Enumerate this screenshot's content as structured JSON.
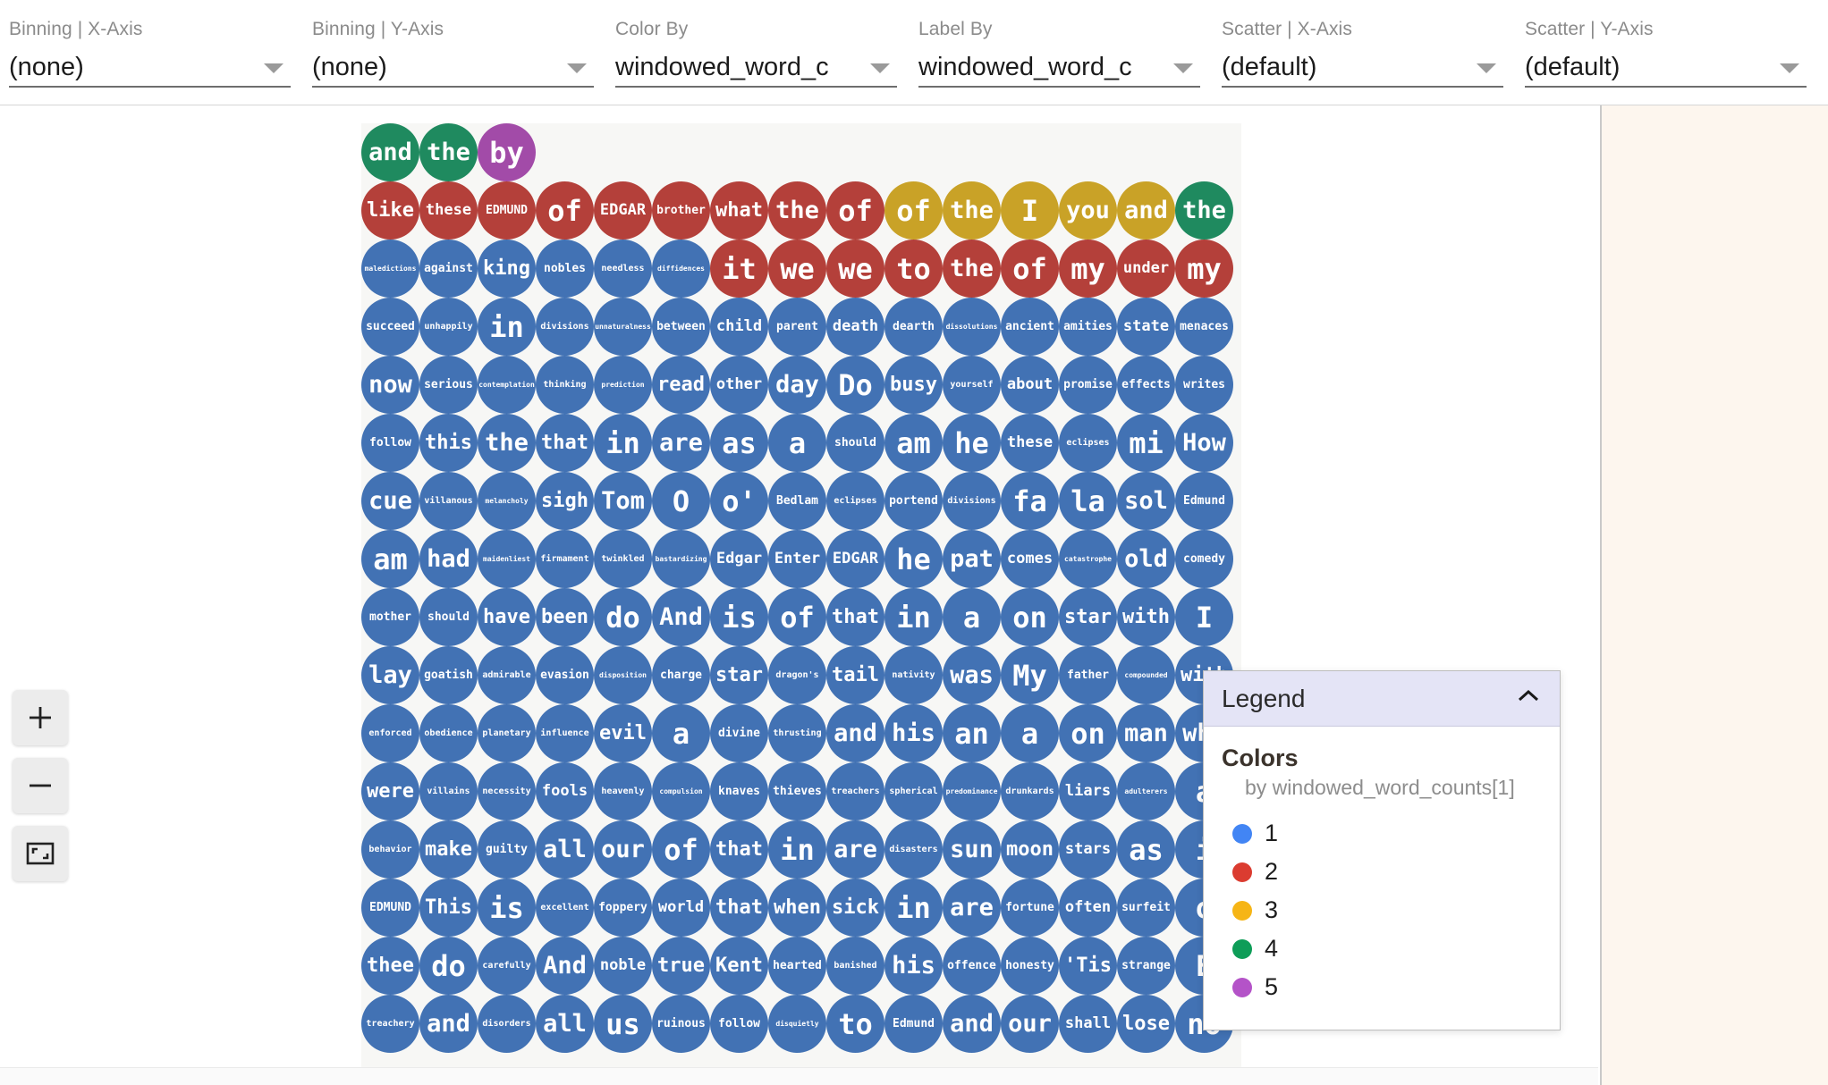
{
  "toolbar": {
    "fields": [
      {
        "label": "Binning | X-Axis",
        "value": "(none)"
      },
      {
        "label": "Binning | Y-Axis",
        "value": "(none)"
      },
      {
        "label": "Color By",
        "value": "windowed_word_c"
      },
      {
        "label": "Label By",
        "value": "windowed_word_c"
      },
      {
        "label": "Scatter | X-Axis",
        "value": "(default)"
      },
      {
        "label": "Scatter | Y-Axis",
        "value": "(default)"
      }
    ]
  },
  "zoom_controls": {
    "zoom_in": "+",
    "zoom_out": "−",
    "fit": "fit-to-screen"
  },
  "legend": {
    "title": "Legend",
    "collapse_icon": "chevron-up-icon",
    "section_title": "Colors",
    "subtitle": "by windowed_word_counts[1]",
    "items": [
      {
        "label": "1",
        "color": "#4285f4"
      },
      {
        "label": "2",
        "color": "#db3c30"
      },
      {
        "label": "3",
        "color": "#f6b516"
      },
      {
        "label": "4",
        "color": "#0e9d58"
      },
      {
        "label": "5",
        "color": "#b453c8"
      }
    ]
  },
  "chart_data": {
    "type": "scatter",
    "title": "",
    "xlabel": "",
    "ylabel": "",
    "color_by": "windowed_word_counts[1]",
    "label_by": "windowed_word_counts[1]",
    "palette": {
      "1": "#4272b4",
      "2": "#b4403a",
      "3": "#c9a227",
      "4": "#1f8a5f",
      "5": "#a24ba8"
    },
    "columns": 16,
    "rows": 17,
    "points": [
      [
        {
          "t": "and",
          "c": 4
        },
        {
          "t": "the",
          "c": 4
        },
        {
          "t": "by",
          "c": 5
        },
        null,
        null,
        null,
        null,
        null,
        null,
        null,
        null,
        null,
        null,
        null,
        null,
        null
      ],
      [
        {
          "t": "like",
          "c": 2
        },
        {
          "t": "these",
          "c": 2
        },
        {
          "t": "EDMUND",
          "c": 2
        },
        {
          "t": "of",
          "c": 2
        },
        {
          "t": "EDGAR",
          "c": 2
        },
        {
          "t": "brother",
          "c": 2
        },
        {
          "t": "what",
          "c": 2
        },
        {
          "t": "the",
          "c": 2
        },
        {
          "t": "of",
          "c": 2
        },
        {
          "t": "of",
          "c": 3
        },
        {
          "t": "the",
          "c": 3
        },
        {
          "t": "I",
          "c": 3
        },
        {
          "t": "you",
          "c": 3
        },
        {
          "t": "and",
          "c": 3
        },
        {
          "t": "the",
          "c": 4
        },
        null
      ],
      [
        {
          "t": "maledictions",
          "c": 1
        },
        {
          "t": "against",
          "c": 1
        },
        {
          "t": "king",
          "c": 1
        },
        {
          "t": "nobles",
          "c": 1
        },
        {
          "t": "needless",
          "c": 1
        },
        {
          "t": "diffidences",
          "c": 1
        },
        {
          "t": "it",
          "c": 2
        },
        {
          "t": "we",
          "c": 2
        },
        {
          "t": "we",
          "c": 2
        },
        {
          "t": "to",
          "c": 2
        },
        {
          "t": "the",
          "c": 2
        },
        {
          "t": "of",
          "c": 2
        },
        {
          "t": "my",
          "c": 2
        },
        {
          "t": "under",
          "c": 2
        },
        {
          "t": "my",
          "c": 2
        },
        null
      ],
      [
        {
          "t": "succeed",
          "c": 1
        },
        {
          "t": "unhappily",
          "c": 1
        },
        {
          "t": "in",
          "c": 1
        },
        {
          "t": "divisions",
          "c": 1
        },
        {
          "t": "unnaturalness",
          "c": 1
        },
        {
          "t": "between",
          "c": 1
        },
        {
          "t": "child",
          "c": 1
        },
        {
          "t": "parent",
          "c": 1
        },
        {
          "t": "death",
          "c": 1
        },
        {
          "t": "dearth",
          "c": 1
        },
        {
          "t": "dissolutions",
          "c": 1
        },
        {
          "t": "ancient",
          "c": 1
        },
        {
          "t": "amities",
          "c": 1
        },
        {
          "t": "state",
          "c": 1
        },
        {
          "t": "menaces",
          "c": 1
        },
        null
      ],
      [
        {
          "t": "now",
          "c": 1
        },
        {
          "t": "serious",
          "c": 1
        },
        {
          "t": "contemplation",
          "c": 1
        },
        {
          "t": "thinking",
          "c": 1
        },
        {
          "t": "prediction",
          "c": 1
        },
        {
          "t": "read",
          "c": 1
        },
        {
          "t": "other",
          "c": 1
        },
        {
          "t": "day",
          "c": 1
        },
        {
          "t": "Do",
          "c": 1
        },
        {
          "t": "busy",
          "c": 1
        },
        {
          "t": "yourself",
          "c": 1
        },
        {
          "t": "about",
          "c": 1
        },
        {
          "t": "promise",
          "c": 1
        },
        {
          "t": "effects",
          "c": 1
        },
        {
          "t": "writes",
          "c": 1
        },
        null
      ],
      [
        {
          "t": "follow",
          "c": 1
        },
        {
          "t": "this",
          "c": 1
        },
        {
          "t": "the",
          "c": 1
        },
        {
          "t": "that",
          "c": 1
        },
        {
          "t": "in",
          "c": 1
        },
        {
          "t": "are",
          "c": 1
        },
        {
          "t": "as",
          "c": 1
        },
        {
          "t": "a",
          "c": 1
        },
        {
          "t": "should",
          "c": 1
        },
        {
          "t": "am",
          "c": 1
        },
        {
          "t": "he",
          "c": 1
        },
        {
          "t": "these",
          "c": 1
        },
        {
          "t": "eclipses",
          "c": 1
        },
        {
          "t": "mi",
          "c": 1
        },
        {
          "t": "How",
          "c": 1
        },
        null
      ],
      [
        {
          "t": "cue",
          "c": 1
        },
        {
          "t": "villanous",
          "c": 1
        },
        {
          "t": "melancholy",
          "c": 1
        },
        {
          "t": "sigh",
          "c": 1
        },
        {
          "t": "Tom",
          "c": 1
        },
        {
          "t": "O",
          "c": 1
        },
        {
          "t": "o'",
          "c": 1
        },
        {
          "t": "Bedlam",
          "c": 1
        },
        {
          "t": "eclipses",
          "c": 1
        },
        {
          "t": "portend",
          "c": 1
        },
        {
          "t": "divisions",
          "c": 1
        },
        {
          "t": "fa",
          "c": 1
        },
        {
          "t": "la",
          "c": 1
        },
        {
          "t": "sol",
          "c": 1
        },
        {
          "t": "Edmund",
          "c": 1
        },
        null
      ],
      [
        {
          "t": "am",
          "c": 1
        },
        {
          "t": "had",
          "c": 1
        },
        {
          "t": "maidenliest",
          "c": 1
        },
        {
          "t": "firmament",
          "c": 1
        },
        {
          "t": "twinkled",
          "c": 1
        },
        {
          "t": "bastardizing",
          "c": 1
        },
        {
          "t": "Edgar",
          "c": 1
        },
        {
          "t": "Enter",
          "c": 1
        },
        {
          "t": "EDGAR",
          "c": 1
        },
        {
          "t": "he",
          "c": 1
        },
        {
          "t": "pat",
          "c": 1
        },
        {
          "t": "comes",
          "c": 1
        },
        {
          "t": "catastrophe",
          "c": 1
        },
        {
          "t": "old",
          "c": 1
        },
        {
          "t": "comedy",
          "c": 1
        },
        null
      ],
      [
        {
          "t": "mother",
          "c": 1
        },
        {
          "t": "should",
          "c": 1
        },
        {
          "t": "have",
          "c": 1
        },
        {
          "t": "been",
          "c": 1
        },
        {
          "t": "do",
          "c": 1
        },
        {
          "t": "And",
          "c": 1
        },
        {
          "t": "is",
          "c": 1
        },
        {
          "t": "of",
          "c": 1
        },
        {
          "t": "that",
          "c": 1
        },
        {
          "t": "in",
          "c": 1
        },
        {
          "t": "a",
          "c": 1
        },
        {
          "t": "on",
          "c": 1
        },
        {
          "t": "star",
          "c": 1
        },
        {
          "t": "with",
          "c": 1
        },
        {
          "t": "I",
          "c": 1
        },
        null
      ],
      [
        {
          "t": "lay",
          "c": 1
        },
        {
          "t": "goatish",
          "c": 1
        },
        {
          "t": "admirable",
          "c": 1
        },
        {
          "t": "evasion",
          "c": 1
        },
        {
          "t": "disposition",
          "c": 1
        },
        {
          "t": "charge",
          "c": 1
        },
        {
          "t": "star",
          "c": 1
        },
        {
          "t": "dragon's",
          "c": 1
        },
        {
          "t": "tail",
          "c": 1
        },
        {
          "t": "nativity",
          "c": 1
        },
        {
          "t": "was",
          "c": 1
        },
        {
          "t": "My",
          "c": 1
        },
        {
          "t": "father",
          "c": 1
        },
        {
          "t": "compounded",
          "c": 1
        },
        {
          "t": "with",
          "c": 1
        },
        null
      ],
      [
        {
          "t": "enforced",
          "c": 1
        },
        {
          "t": "obedience",
          "c": 1
        },
        {
          "t": "planetary",
          "c": 1
        },
        {
          "t": "influence",
          "c": 1
        },
        {
          "t": "evil",
          "c": 1
        },
        {
          "t": "a",
          "c": 1
        },
        {
          "t": "divine",
          "c": 1
        },
        {
          "t": "thrusting",
          "c": 1
        },
        {
          "t": "and",
          "c": 1
        },
        {
          "t": "his",
          "c": 1
        },
        {
          "t": "an",
          "c": 1
        },
        {
          "t": "a",
          "c": 1
        },
        {
          "t": "on",
          "c": 1
        },
        {
          "t": "man",
          "c": 1
        },
        {
          "t": "who",
          "c": 1
        },
        null
      ],
      [
        {
          "t": "were",
          "c": 1
        },
        {
          "t": "villains",
          "c": 1
        },
        {
          "t": "necessity",
          "c": 1
        },
        {
          "t": "fools",
          "c": 1
        },
        {
          "t": "heavenly",
          "c": 1
        },
        {
          "t": "compulsion",
          "c": 1
        },
        {
          "t": "knaves",
          "c": 1
        },
        {
          "t": "thieves",
          "c": 1
        },
        {
          "t": "treachers",
          "c": 1
        },
        {
          "t": "spherical",
          "c": 1
        },
        {
          "t": "predominance",
          "c": 1
        },
        {
          "t": "drunkards",
          "c": 1
        },
        {
          "t": "liars",
          "c": 1
        },
        {
          "t": "adulterers",
          "c": 1
        },
        {
          "t": "a",
          "c": 1
        },
        null
      ],
      [
        {
          "t": "behavior",
          "c": 1
        },
        {
          "t": "make",
          "c": 1
        },
        {
          "t": "guilty",
          "c": 1
        },
        {
          "t": "all",
          "c": 1
        },
        {
          "t": "our",
          "c": 1
        },
        {
          "t": "of",
          "c": 1
        },
        {
          "t": "that",
          "c": 1
        },
        {
          "t": "in",
          "c": 1
        },
        {
          "t": "are",
          "c": 1
        },
        {
          "t": "disasters",
          "c": 1
        },
        {
          "t": "sun",
          "c": 1
        },
        {
          "t": "moon",
          "c": 1
        },
        {
          "t": "stars",
          "c": 1
        },
        {
          "t": "as",
          "c": 1
        },
        {
          "t": "i",
          "c": 1
        },
        null
      ],
      [
        {
          "t": "EDMUND",
          "c": 1
        },
        {
          "t": "This",
          "c": 1
        },
        {
          "t": "is",
          "c": 1
        },
        {
          "t": "excellent",
          "c": 1
        },
        {
          "t": "foppery",
          "c": 1
        },
        {
          "t": "world",
          "c": 1
        },
        {
          "t": "that",
          "c": 1
        },
        {
          "t": "when",
          "c": 1
        },
        {
          "t": "sick",
          "c": 1
        },
        {
          "t": "in",
          "c": 1
        },
        {
          "t": "are",
          "c": 1
        },
        {
          "t": "fortune",
          "c": 1
        },
        {
          "t": "often",
          "c": 1
        },
        {
          "t": "surfeit",
          "c": 1
        },
        {
          "t": "o",
          "c": 1
        },
        null
      ],
      [
        {
          "t": "thee",
          "c": 1
        },
        {
          "t": "do",
          "c": 1
        },
        {
          "t": "carefully",
          "c": 1
        },
        {
          "t": "And",
          "c": 1
        },
        {
          "t": "noble",
          "c": 1
        },
        {
          "t": "true",
          "c": 1
        },
        {
          "t": "Kent",
          "c": 1
        },
        {
          "t": "hearted",
          "c": 1
        },
        {
          "t": "banished",
          "c": 1
        },
        {
          "t": "his",
          "c": 1
        },
        {
          "t": "offence",
          "c": 1
        },
        {
          "t": "honesty",
          "c": 1
        },
        {
          "t": "'Tis",
          "c": 1
        },
        {
          "t": "strange",
          "c": 1
        },
        {
          "t": "E",
          "c": 1
        },
        null
      ],
      [
        {
          "t": "treachery",
          "c": 1
        },
        {
          "t": "and",
          "c": 1
        },
        {
          "t": "disorders",
          "c": 1
        },
        {
          "t": "all",
          "c": 1
        },
        {
          "t": "us",
          "c": 1
        },
        {
          "t": "ruinous",
          "c": 1
        },
        {
          "t": "follow",
          "c": 1
        },
        {
          "t": "disquietly",
          "c": 1
        },
        {
          "t": "to",
          "c": 1
        },
        {
          "t": "Edmund",
          "c": 1
        },
        {
          "t": "and",
          "c": 1
        },
        {
          "t": "our",
          "c": 1
        },
        {
          "t": "shall",
          "c": 1
        },
        {
          "t": "lose",
          "c": 1
        },
        {
          "t": "no",
          "c": 1
        },
        null
      ]
    ]
  }
}
